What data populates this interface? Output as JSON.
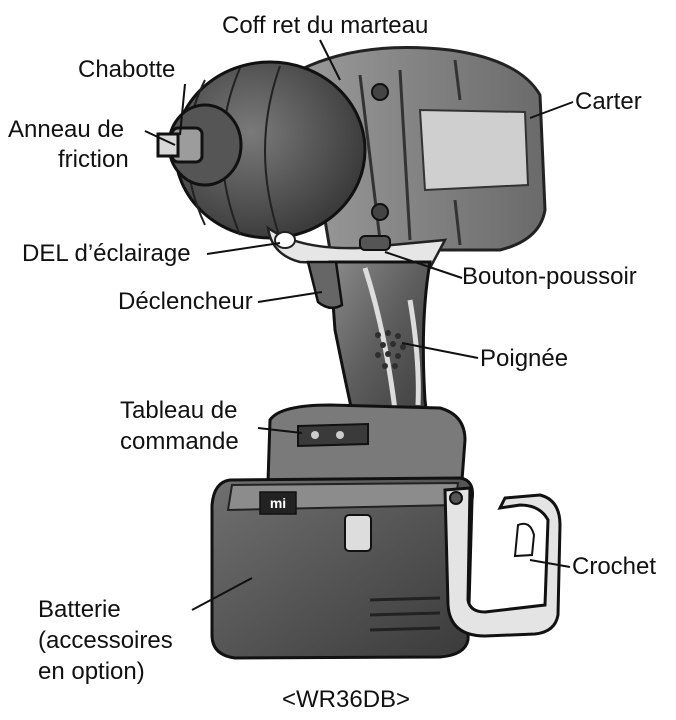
{
  "labels": {
    "chabotte": "Chabotte",
    "coffret": "Coff ret du marteau",
    "carter": "Carter",
    "anneau_line1": "Anneau de",
    "anneau_line2": "friction",
    "del": "DEL d’éclairage",
    "bouton": "Bouton-poussoir",
    "declencheur": "Déclencheur",
    "poignee": "Poignée",
    "tableau_line1": "Tableau de",
    "tableau_line2": "commande",
    "crochet": "Crochet",
    "batterie_line1": "Batterie",
    "batterie_line2": "(accessoires",
    "batterie_line3": "en option)"
  },
  "model": "<WR36DB>",
  "badge": "mi"
}
